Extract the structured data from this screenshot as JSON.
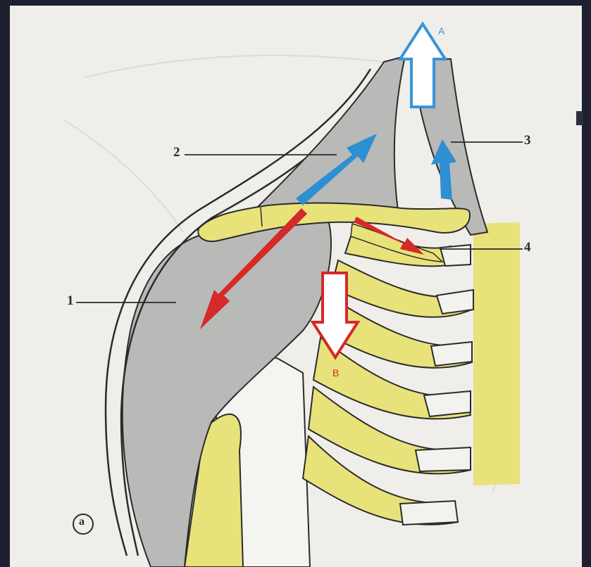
{
  "labels": {
    "one": "1",
    "two": "2",
    "three": "3",
    "four": "4",
    "arrow_a": "A",
    "arrow_b": "B",
    "panel": "a"
  },
  "colors": {
    "background": "#1e2030",
    "paper": "#efeeea",
    "muscle": "#b9b9b8",
    "bone": "#e8e27a",
    "blue_arrow": "#2e8fd2",
    "red_arrow": "#d42a28",
    "line": "#2b2b2b"
  }
}
